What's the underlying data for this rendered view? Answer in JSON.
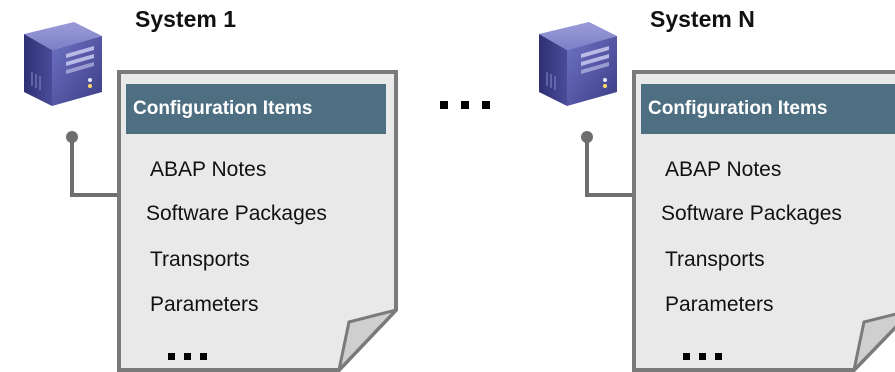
{
  "systems": [
    {
      "title": "System 1",
      "header": "Configuration Items",
      "items": [
        "ABAP Notes",
        "Software Packages",
        "Transports",
        "Parameters"
      ]
    },
    {
      "title": "System N",
      "header": "Configuration Items",
      "items": [
        "ABAP Notes",
        "Software Packages",
        "Transports",
        "Parameters"
      ]
    }
  ],
  "icons": {
    "server": "server-icon",
    "more_items": "ellipsis-icon",
    "more_systems": "ellipsis-icon"
  },
  "colors": {
    "header_bg": "#4e6e81",
    "header_text": "#ffffff",
    "doc_fill": "#e9e9e9",
    "doc_border": "#7a7a7a",
    "server_body": "#5a5aa8"
  }
}
